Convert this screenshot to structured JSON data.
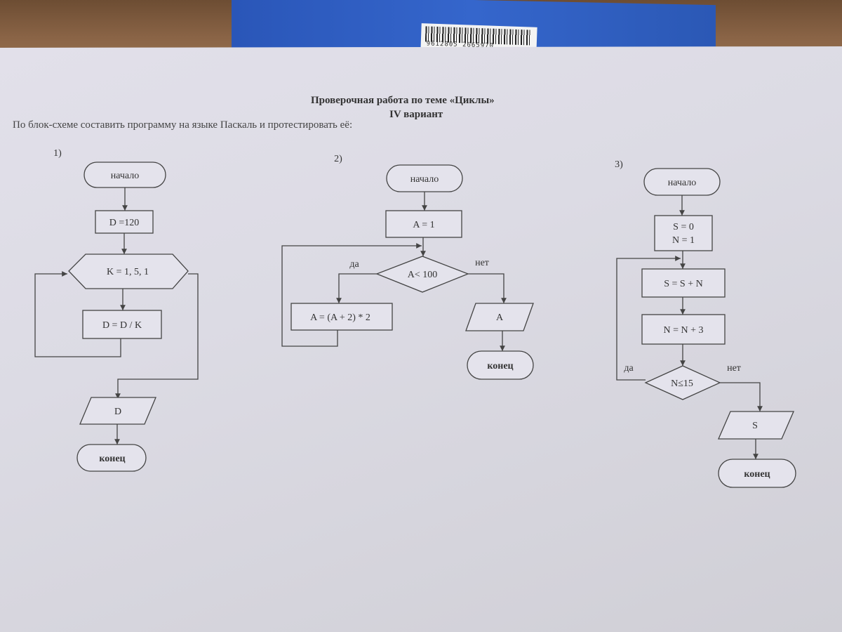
{
  "header": {
    "title": "Проверочная работа по теме «Циклы»",
    "variant": "IV вариант",
    "task": "По блок-схеме составить программу на языке Паскаль и протестировать её:"
  },
  "barcode": {
    "digits": "9612805 2665970"
  },
  "diagram1": {
    "number": "1)",
    "start": "начало",
    "assign": "D =120",
    "loop": "K = 1, 5, 1",
    "body": "D = D / K",
    "output": "D",
    "end": "конец"
  },
  "diagram2": {
    "number": "2)",
    "start": "начало",
    "assign": "A = 1",
    "condition": "A< 100",
    "yes": "да",
    "no": "нет",
    "body": "A = (A + 2) * 2",
    "output": "A",
    "end": "конец"
  },
  "diagram3": {
    "number": "3)",
    "start": "начало",
    "init1": "S = 0",
    "init2": "N = 1",
    "step1": "S = S + N",
    "step2": "N = N + 3",
    "condition": "N≤15",
    "yes": "да",
    "no": "нет",
    "output": "S",
    "end": "конец"
  },
  "colors": {
    "paper": "#dcdbe4",
    "ink": "#333333",
    "book": "#3566cc",
    "table": "#7a5a3e"
  }
}
